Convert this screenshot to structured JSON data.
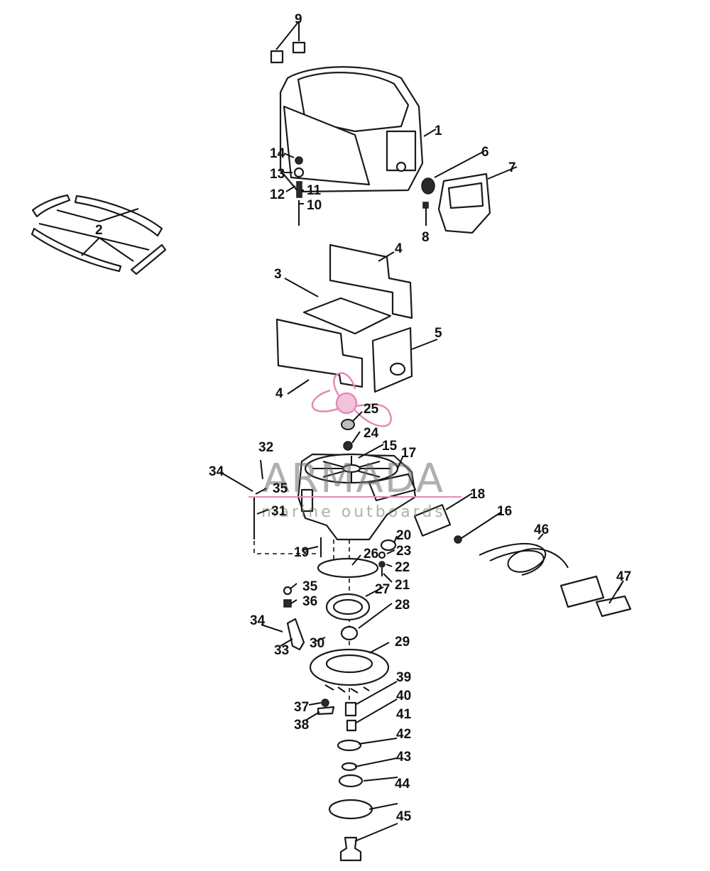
{
  "diagram": {
    "callouts": [
      "1",
      "2",
      "3",
      "4",
      "4",
      "5",
      "6",
      "7",
      "8",
      "9",
      "10",
      "11",
      "12",
      "13",
      "14",
      "15",
      "16",
      "17",
      "18",
      "19",
      "20",
      "21",
      "22",
      "23",
      "24",
      "25",
      "26",
      "27",
      "28",
      "29",
      "30",
      "31",
      "32",
      "33",
      "34",
      "34",
      "35",
      "35",
      "36",
      "37",
      "38",
      "39",
      "40",
      "41",
      "42",
      "43",
      "44",
      "45",
      "46",
      "47"
    ]
  },
  "watermark": {
    "brand": "ARMADA",
    "tagline": "marine outboards",
    "accent_color": "#e48bb8"
  }
}
